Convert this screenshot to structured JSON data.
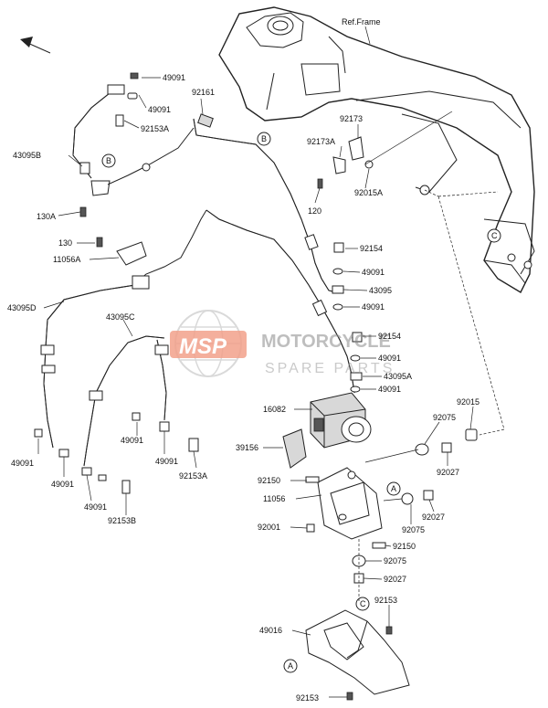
{
  "ref_frame": "Ref.Frame",
  "watermark": {
    "brand_top": "MOTORCYCLE",
    "brand_bottom": "SPARE PARTS",
    "logo_text": "MSP"
  },
  "callouts": {
    "A": "A",
    "B": "B",
    "C": "C"
  },
  "labels": {
    "l49091_a": "49091",
    "l49091_b": "49091",
    "l92153A_a": "92153A",
    "l92161": "92161",
    "l43095B": "43095B",
    "l130A": "130A",
    "l92173": "92173",
    "l92173A": "92173A",
    "l92015A": "92015A",
    "l120": "120",
    "l130": "130",
    "l11056A": "11056A",
    "l92154_a": "92154",
    "l49091_c": "49091",
    "l43095": "43095",
    "l49091_d": "49091",
    "l43095D": "43095D",
    "l43095C": "43095C",
    "l92154_b": "92154",
    "l49091_e": "49091",
    "l43095A": "43095A",
    "l49091_f": "49091",
    "l16082": "16082",
    "l92075_a": "92075",
    "l92015": "92015",
    "l39156": "39156",
    "l92027_a": "92027",
    "l49091_g": "49091",
    "l49091_h": "49091",
    "l92153A_b": "92153A",
    "l49091_i": "49091",
    "l49091_j": "49091",
    "l49091_k": "49091",
    "l92153B": "92153B",
    "l92150_a": "92150",
    "l11056": "11056",
    "l92027_b": "92027",
    "l92075_b": "92075",
    "l92001": "92001",
    "l92150_b": "92150",
    "l92075_c": "92075",
    "l92027_c": "92027",
    "l92153_a": "92153",
    "l49016": "49016",
    "l92153_b": "92153"
  },
  "colors": {
    "watermark": "#e8542c",
    "watermark_gray": "#9a9a9a",
    "line": "#222222"
  }
}
